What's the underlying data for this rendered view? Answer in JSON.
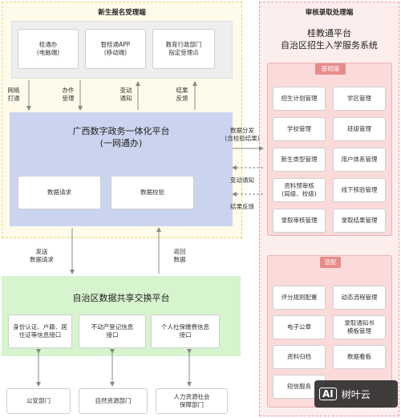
{
  "enrollment_side": {
    "title": "新生报名受理端",
    "channels": [
      {
        "line1": "桂通办",
        "line2": "(电脑端)"
      },
      {
        "line1": "智桂通APP",
        "line2": "(移动端)"
      },
      {
        "line1": "教育行政部门",
        "line2": "指定受理点"
      }
    ],
    "down_labels": [
      {
        "line1": "网络",
        "line2": "打通"
      },
      {
        "line1": "办件",
        "line2": "受理"
      },
      {
        "line1": "变动",
        "line2": "通知"
      },
      {
        "line1": "结果",
        "line2": "反馈"
      }
    ]
  },
  "gov_platform": {
    "title_line1": "广西数字政务一体化平台",
    "title_line2": "(一网通办)",
    "buttons": [
      "数据请求",
      "数据校验"
    ]
  },
  "middle_flows": {
    "data_dispatch_line1": "数据分发",
    "data_dispatch_line2": "(含校验结果)",
    "change_notice": "变动通知",
    "result_feedback": "结果反馈"
  },
  "exchange_links": {
    "send_line1": "发送",
    "send_line2": "数据请求",
    "return_line1": "返回",
    "return_line2": "数据"
  },
  "exchange_platform": {
    "title": "自治区数据共享交换平台",
    "interfaces": [
      {
        "line1": "身份认证、户籍、居",
        "line2": "住证等信息接口"
      },
      {
        "line1": "不动产登记信息",
        "line2": "接口"
      },
      {
        "line1": "个人社保缴费信息",
        "line2": "接口"
      }
    ]
  },
  "departments": [
    {
      "line1": "公安部门",
      "line2": ""
    },
    {
      "line1": "自然资源部门",
      "line2": ""
    },
    {
      "line1": "人力资源社会",
      "line2": "保障部门"
    }
  ],
  "review_side": {
    "title": "审核录取处理端",
    "platform_line1": "桂教通平台",
    "platform_line2": "自治区招生入学服务系统",
    "basic_badge": "基础版",
    "basic_items": [
      {
        "line1": "招生计划管理",
        "line2": ""
      },
      {
        "line1": "学区管理",
        "line2": ""
      },
      {
        "line1": "学校管理",
        "line2": ""
      },
      {
        "line1": "班级管理",
        "line2": ""
      },
      {
        "line1": "新生类型管理",
        "line2": ""
      },
      {
        "line1": "用户体系管理",
        "line2": ""
      },
      {
        "line1": "资料预审核",
        "line2": "(局级、校级)"
      },
      {
        "line1": "线下核验管理",
        "line2": ""
      },
      {
        "line1": "录取审核管理",
        "line2": ""
      },
      {
        "line1": "录取结果管理",
        "line2": ""
      }
    ],
    "optional_badge": "选配",
    "optional_items": [
      {
        "line1": "评分规则配置",
        "line2": ""
      },
      {
        "line1": "动态流程管理",
        "line2": ""
      },
      {
        "line1": "电子公章",
        "line2": ""
      },
      {
        "line1": "录取通知书",
        "line2": "模板管理"
      },
      {
        "line1": "资料归档",
        "line2": ""
      },
      {
        "line1": "数据看板",
        "line2": ""
      },
      {
        "line1": "短信服务",
        "line2": ""
      }
    ]
  },
  "watermark": {
    "logo": "AI",
    "text": "树叶云"
  }
}
